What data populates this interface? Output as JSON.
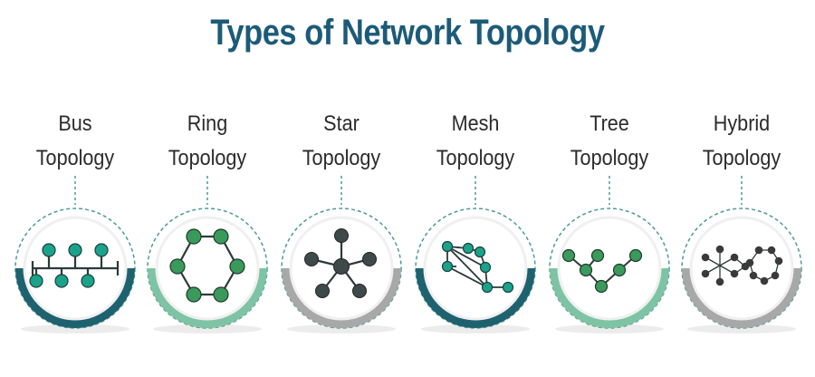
{
  "title": "Types of Network Topology",
  "colors": {
    "title": "#1c5b78",
    "dark_teal": "#1e6270",
    "light_green": "#7ec4a4",
    "gray": "#a8a8a8",
    "node_teal": "#1aa38a",
    "node_green": "#3a9a5c",
    "node_dark": "#3e4a4a",
    "node_darker": "#3a3a3a",
    "dash_line": "#4d9c94"
  },
  "topologies": [
    {
      "line1": "Bus",
      "line2": "Topology",
      "icon": "bus-topology-icon",
      "arc_color": "#1e6270"
    },
    {
      "line1": "Ring",
      "line2": "Topology",
      "icon": "ring-topology-icon",
      "arc_color": "#7ec4a4"
    },
    {
      "line1": "Star",
      "line2": "Topology",
      "icon": "star-topology-icon",
      "arc_color": "#a8a8a8"
    },
    {
      "line1": "Mesh",
      "line2": "Topology",
      "icon": "mesh-topology-icon",
      "arc_color": "#1e6270"
    },
    {
      "line1": "Tree",
      "line2": "Topology",
      "icon": "tree-topology-icon",
      "arc_color": "#7ec4a4"
    },
    {
      "line1": "Hybrid",
      "line2": "Topology",
      "icon": "hybrid-topology-icon",
      "arc_color": "#a8a8a8"
    }
  ]
}
